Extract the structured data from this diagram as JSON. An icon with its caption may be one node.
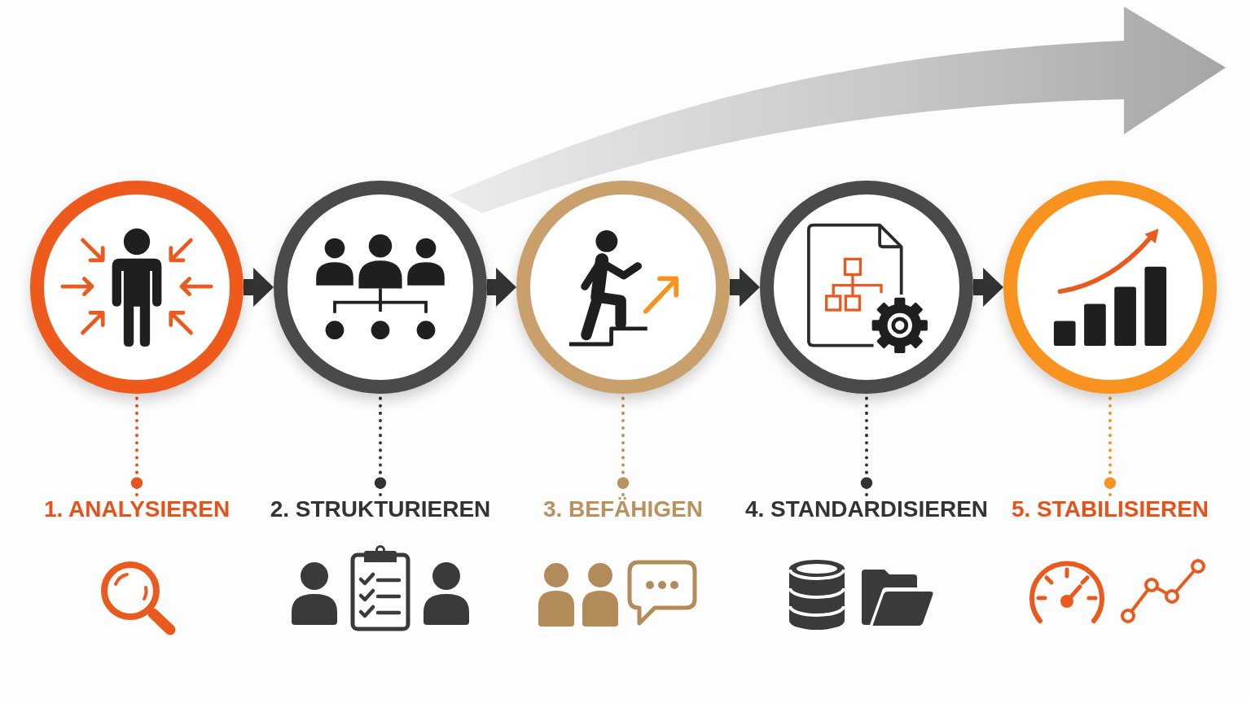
{
  "diagram": {
    "nodes": [
      {
        "text": [],
        "shape": "circle"
      },
      {
        "text": [],
        "shape": "circle"
      },
      {
        "text": [],
        "shape": "circle"
      },
      {
        "text": [],
        "shape": "circle"
      },
      {
        "text": [],
        "shape": "circle"
      },
      {
        "text": [
          "1. ANALYSIEREN"
        ]
      },
      {
        "text": [
          "2. STRUKTURIEREN"
        ]
      },
      {
        "text": [
          "3. BEFÄHIGEN"
        ]
      },
      {
        "text": [
          "4. STANDARDISIEREN"
        ]
      },
      {
        "text": [
          "5. STABILISIEREN"
        ]
      }
    ],
    "edges": [
      {
        "from": 0,
        "to": 1,
        "arrow": "to"
      },
      {
        "from": 1,
        "to": 2,
        "arrow": "to"
      },
      {
        "from": 2,
        "to": 3,
        "arrow": "to"
      },
      {
        "from": 3,
        "to": 4,
        "arrow": "to"
      },
      {
        "from": 5,
        "to": 0,
        "arrow": "other",
        "style": "dashed",
        "color": "#e8541e"
      },
      {
        "from": 6,
        "to": 1,
        "arrow": "other",
        "style": "dashed"
      },
      {
        "from": 7,
        "to": 2,
        "arrow": "other",
        "style": "dashed",
        "color": "#b8925f"
      },
      {
        "from": 8,
        "to": 3,
        "arrow": "other",
        "style": "dashed"
      },
      {
        "from": 9,
        "to": 4,
        "arrow": "other",
        "style": "dashed",
        "color": "#f7931e"
      }
    ]
  }
}
